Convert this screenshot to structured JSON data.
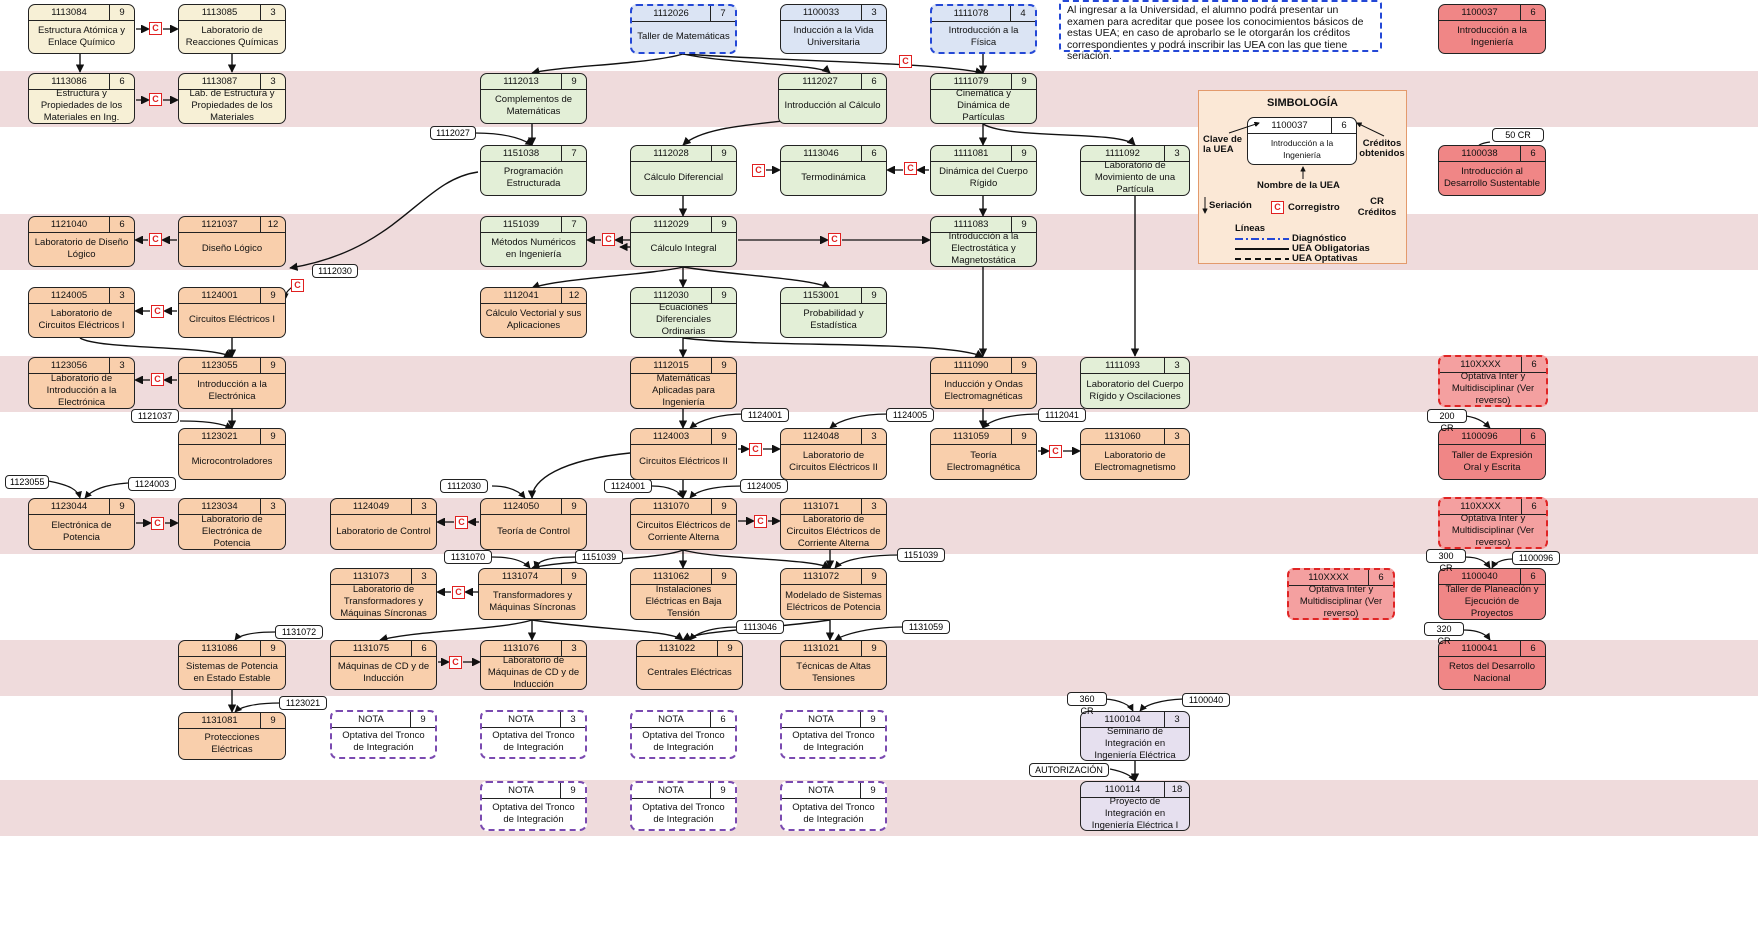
{
  "note": "Al ingresar a la Universidad, el alumno podrá presentar un examen para acreditar que posee los conocimientos básicos de estas UEA; en caso de aprobarlo se le otorgarán los créditos correspondientes y podrá inscribir las UEA con las que tiene seriación.",
  "legend": {
    "title": "SIMBOLOGÍA",
    "sample_key": "1100037",
    "sample_cr": "6",
    "sample_name": "Introducción a la Ingeniería",
    "key_label": "Clave de la UEA",
    "credits_label": "Créditos obtenidos",
    "name_label": "Nombre de la UEA",
    "seriation": "Seriación",
    "coreq": "Corregistro",
    "cr": "CR Créditos",
    "lines_title": "Líneas",
    "line1": "Diagnóstico",
    "line2": "UEA Obligatorias",
    "line3": "UEA Optativas"
  },
  "colors": {
    "green": "#e3efd7",
    "orange": "#f9cfac",
    "yellow": "#f7f0d6",
    "blue": "#dbe4f4",
    "red": "#f08686",
    "band": "#efdbdc",
    "coreq": "#e02020"
  },
  "nodes": [
    {
      "key": "1113084",
      "cr": "9",
      "name": "Estructura Atómica y Enlace Químico"
    },
    {
      "key": "1113085",
      "cr": "3",
      "name": "Laboratorio de Reacciones Químicas"
    },
    {
      "key": "1113086",
      "cr": "6",
      "name": "Estructura y Propiedades de los Materiales en Ing."
    },
    {
      "key": "1113087",
      "cr": "3",
      "name": "Lab. de Estructura y Propiedades de los Materiales"
    },
    {
      "key": "1112026",
      "cr": "7",
      "name": "Taller de Matemáticas"
    },
    {
      "key": "1100033",
      "cr": "3",
      "name": "Inducción a la Vida Universitaria"
    },
    {
      "key": "1111078",
      "cr": "4",
      "name": "Introducción a la Física"
    },
    {
      "key": "1100037",
      "cr": "6",
      "name": "Introducción a la Ingeniería"
    },
    {
      "key": "1112013",
      "cr": "9",
      "name": "Complementos de Matemáticas"
    },
    {
      "key": "1112027",
      "cr": "6",
      "name": "Introducción al Cálculo"
    },
    {
      "key": "1111079",
      "cr": "9",
      "name": "Cinemática y Dinámica de Partículas"
    },
    {
      "key": "1151038",
      "cr": "7",
      "name": "Programación Estructurada"
    },
    {
      "key": "1112028",
      "cr": "9",
      "name": "Cálculo Diferencial"
    },
    {
      "key": "1113046",
      "cr": "6",
      "name": "Termodinámica"
    },
    {
      "key": "1111081",
      "cr": "9",
      "name": "Dinámica del Cuerpo Rígido"
    },
    {
      "key": "1111092",
      "cr": "3",
      "name": "Laboratorio de Movimiento de una Partícula"
    },
    {
      "key": "1100038",
      "cr": "6",
      "name": "Introducción al Desarrollo Sustentable"
    },
    {
      "key": "1121040",
      "cr": "6",
      "name": "Laboratorio de Diseño Lógico"
    },
    {
      "key": "1121037",
      "cr": "12",
      "name": "Diseño Lógico"
    },
    {
      "key": "1151039",
      "cr": "7",
      "name": "Métodos Numéricos en Ingeniería"
    },
    {
      "key": "1112029",
      "cr": "9",
      "name": "Cálculo Integral"
    },
    {
      "key": "1111083",
      "cr": "9",
      "name": "Introducción a la Electrostática y Magnetostática"
    },
    {
      "key": "1124005",
      "cr": "3",
      "name": "Laboratorio de Circuitos Eléctricos I"
    },
    {
      "key": "1124001",
      "cr": "9",
      "name": "Circuitos Eléctricos I"
    },
    {
      "key": "1112041",
      "cr": "12",
      "name": "Cálculo Vectorial y sus Aplicaciones"
    },
    {
      "key": "1112030",
      "cr": "9",
      "name": "Ecuaciones Diferenciales Ordinarias"
    },
    {
      "key": "1153001",
      "cr": "9",
      "name": "Probabilidad y Estadística"
    },
    {
      "key": "1123056",
      "cr": "3",
      "name": "Laboratorio de Introducción a la Electrónica"
    },
    {
      "key": "1123055",
      "cr": "9",
      "name": "Introducción a la Electrónica"
    },
    {
      "key": "1112015",
      "cr": "9",
      "name": "Matemáticas Aplicadas para Ingeniería"
    },
    {
      "key": "1111090",
      "cr": "9",
      "name": "Inducción y Ondas Electromagnéticas"
    },
    {
      "key": "1111093",
      "cr": "3",
      "name": "Laboratorio del Cuerpo Rígido y Oscilaciones"
    },
    {
      "key": "110XXXX",
      "cr": "6",
      "name": "Optativa Inter y Multidisciplinar (Ver reverso)"
    },
    {
      "key": "1123021",
      "cr": "9",
      "name": "Microcontroladores"
    },
    {
      "key": "1124003",
      "cr": "9",
      "name": "Circuitos Eléctricos II"
    },
    {
      "key": "1124048",
      "cr": "3",
      "name": "Laboratorio de Circuitos Eléctricos II"
    },
    {
      "key": "1131059",
      "cr": "9",
      "name": "Teoría Electromagnética"
    },
    {
      "key": "1131060",
      "cr": "3",
      "name": "Laboratorio de Electromagnetismo"
    },
    {
      "key": "1100096",
      "cr": "6",
      "name": "Taller de Expresión Oral y Escrita"
    },
    {
      "key": "1123044",
      "cr": "9",
      "name": "Electrónica de Potencia"
    },
    {
      "key": "1123034",
      "cr": "3",
      "name": "Laboratorio de Electrónica de Potencia"
    },
    {
      "key": "1124049",
      "cr": "3",
      "name": "Laboratorio de  Control"
    },
    {
      "key": "1124050",
      "cr": "9",
      "name": "Teoría de Control"
    },
    {
      "key": "1131070",
      "cr": "9",
      "name": "Circuitos Eléctricos de Corriente Alterna"
    },
    {
      "key": "1131071",
      "cr": "3",
      "name": "Laboratorio de Circuitos Eléctricos de Corriente Alterna"
    },
    {
      "key": "110XXXX",
      "cr": "6",
      "name": "Optativa Inter y Multidisciplinar (Ver reverso)"
    },
    {
      "key": "1131073",
      "cr": "3",
      "name": "Laboratorio de Transformadores y Máquinas Síncronas"
    },
    {
      "key": "1131074",
      "cr": "9",
      "name": "Transformadores y Máquinas Síncronas"
    },
    {
      "key": "1131062",
      "cr": "9",
      "name": "Instalaciones Eléctricas en Baja Tensión"
    },
    {
      "key": "1131072",
      "cr": "9",
      "name": "Modelado de Sistemas Eléctricos de Potencia"
    },
    {
      "key": "110XXXX",
      "cr": "6",
      "name": "Optativa Inter y Multidisciplinar (Ver reverso)"
    },
    {
      "key": "1100040",
      "cr": "6",
      "name": "Taller de Planeación y Ejecución de Proyectos"
    },
    {
      "key": "1131086",
      "cr": "9",
      "name": "Sistemas de Potencia en Estado Estable"
    },
    {
      "key": "1131075",
      "cr": "6",
      "name": "Máquinas de CD y de Inducción"
    },
    {
      "key": "1131076",
      "cr": "3",
      "name": "Laboratorio de Máquinas de CD y de Inducción"
    },
    {
      "key": "1131022",
      "cr": "9",
      "name": "Centrales Eléctricas"
    },
    {
      "key": "1131021",
      "cr": "9",
      "name": "Técnicas de Altas Tensiones"
    },
    {
      "key": "1100041",
      "cr": "6",
      "name": "Retos del Desarrollo Nacional"
    },
    {
      "key": "1131081",
      "cr": "9",
      "name": "Protecciones Eléctricas"
    },
    {
      "key": "NOTA",
      "cr": "9",
      "name": "Optativa del Tronco de Integración"
    },
    {
      "key": "NOTA",
      "cr": "3",
      "name": "Optativa del Tronco de Integración"
    },
    {
      "key": "NOTA",
      "cr": "6",
      "name": "Optativa del Tronco de Integración"
    },
    {
      "key": "NOTA",
      "cr": "9",
      "name": "Optativa del Tronco de Integración"
    },
    {
      "key": "1100104",
      "cr": "3",
      "name": "Seminario de Integración en Ingeniería Eléctrica"
    },
    {
      "key": "NOTA",
      "cr": "9",
      "name": "Optativa del Tronco de Integración"
    },
    {
      "key": "NOTA",
      "cr": "9",
      "name": "Optativa del Tronco de Integración"
    },
    {
      "key": "NOTA",
      "cr": "9",
      "name": "Optativa del Tronco de Integración"
    },
    {
      "key": "1100114",
      "cr": "18",
      "name": "Proyecto de Integración en Ingeniería Eléctrica I"
    }
  ],
  "tags": [
    "50 CR",
    "1112027",
    "1112030",
    "1121037",
    "1124001",
    "1124005",
    "1112041",
    "200 CR",
    "1123055",
    "1124003",
    "1112030",
    "1124001",
    "1124005",
    "1131070",
    "1151039",
    "1151039",
    "300 CR",
    "1100096",
    "1131072",
    "1113046",
    "1131059",
    "320 CR",
    "1123021",
    "360 CR",
    "1100040",
    "AUTORIZACIÓN"
  ]
}
